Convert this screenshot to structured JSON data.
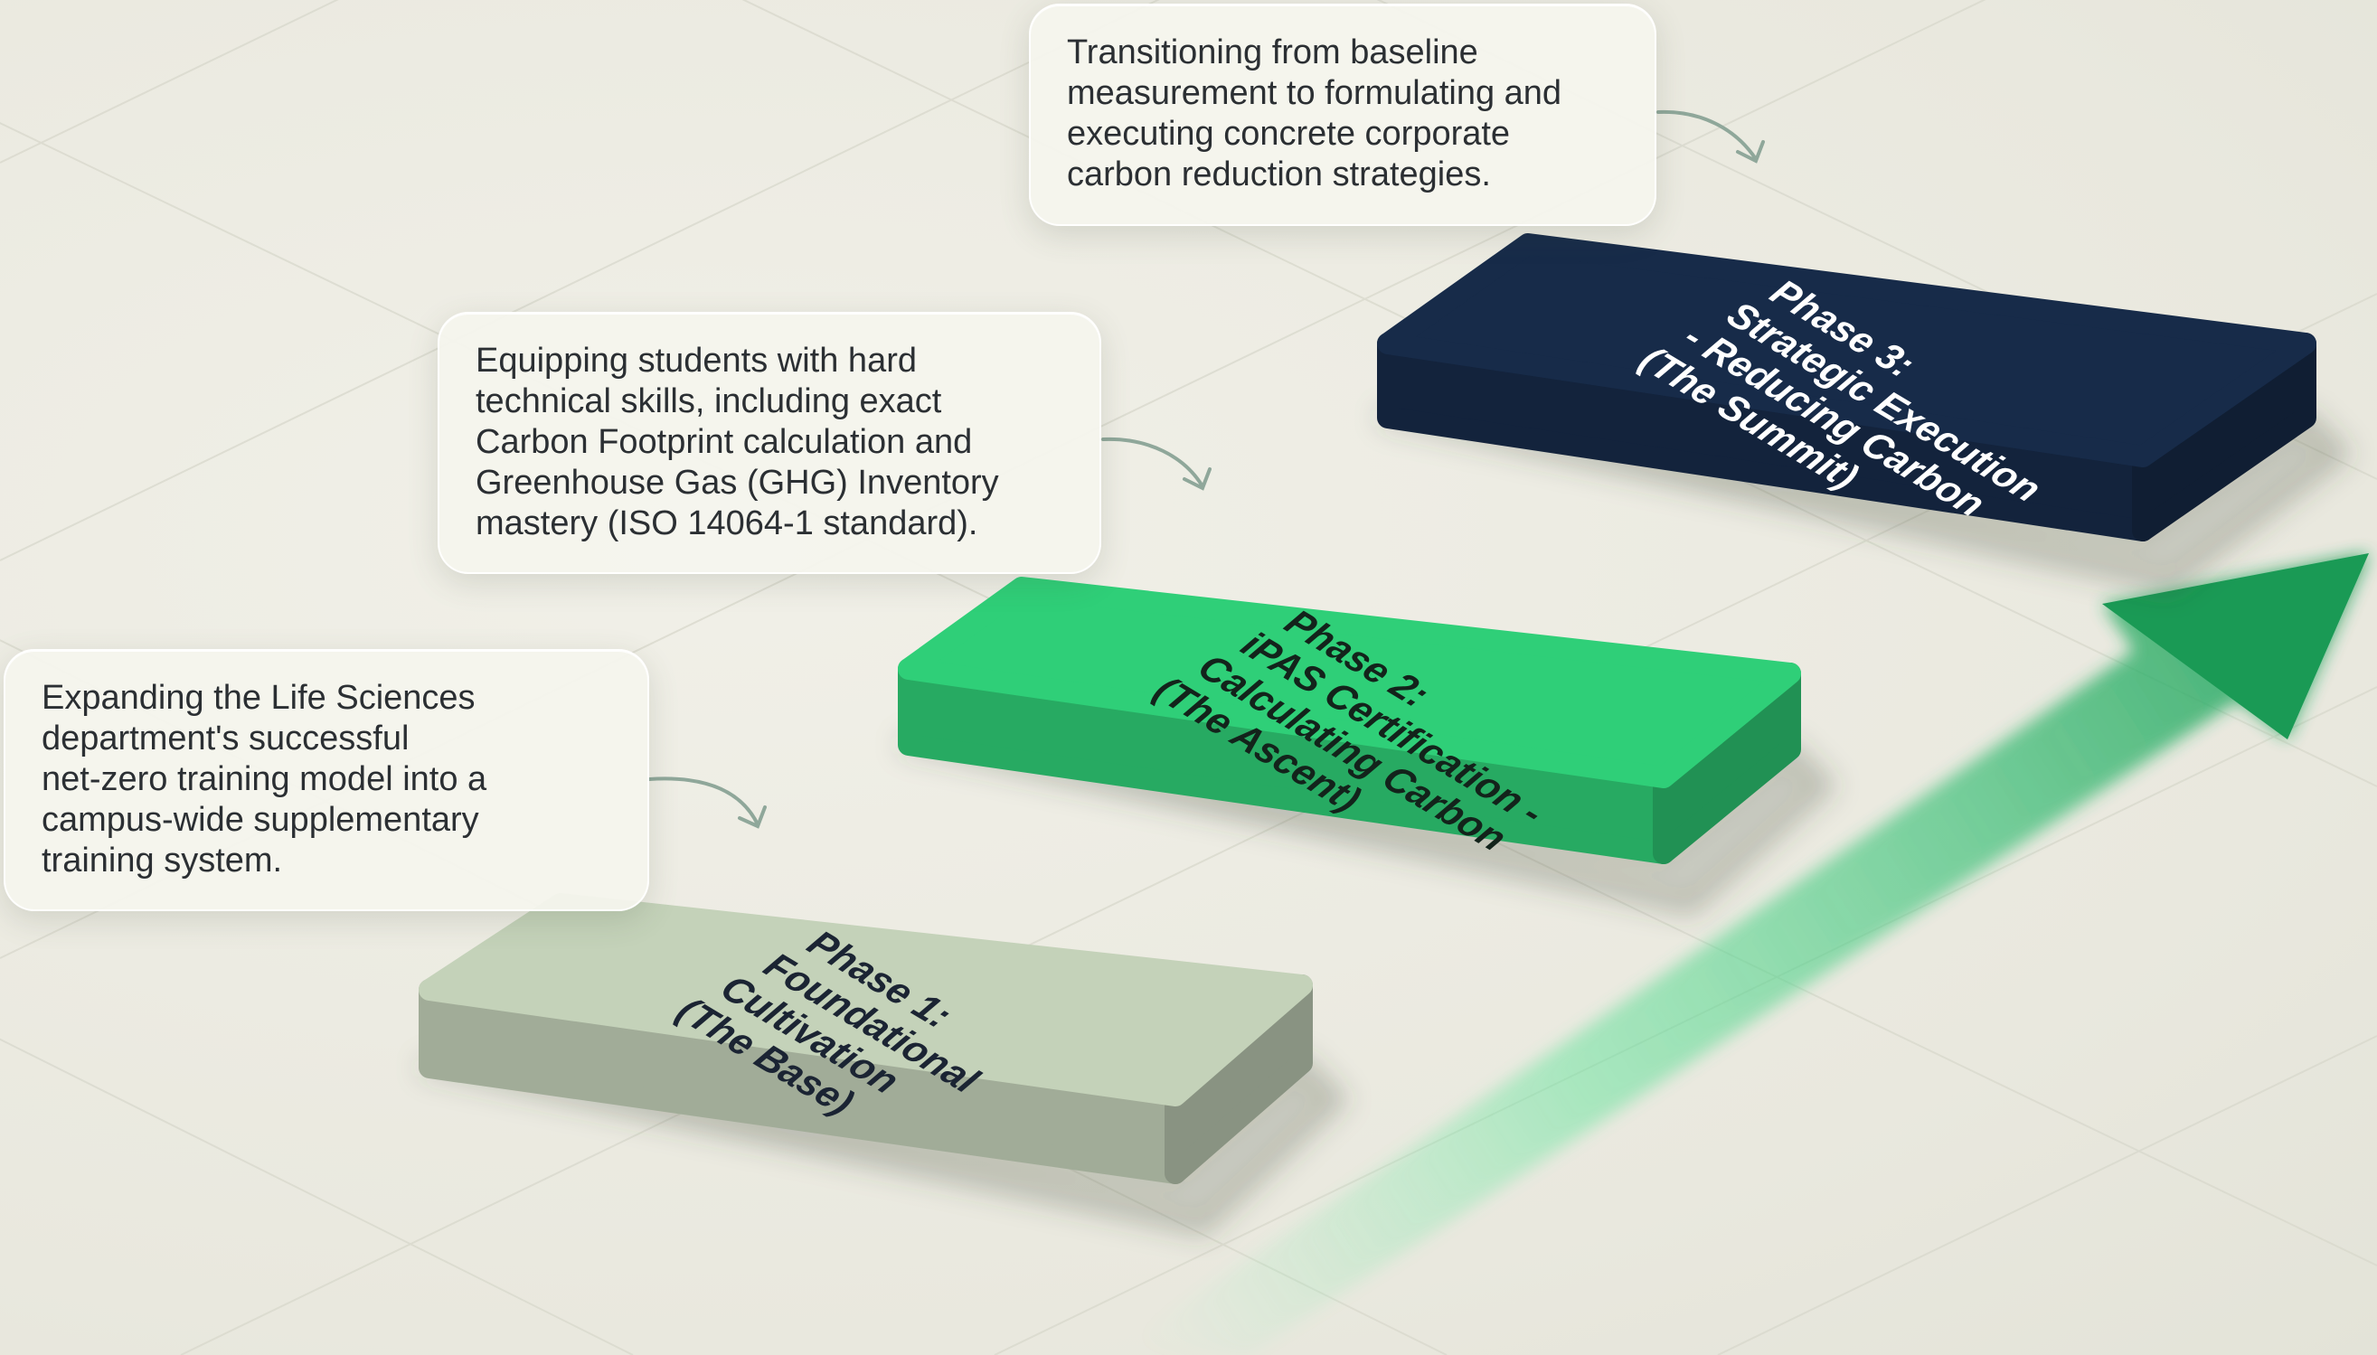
{
  "phases": [
    {
      "label_lines": [
        "Phase 1:",
        "Foundational",
        "Cultivation",
        "(The Base)"
      ],
      "color": "#c4d2b9",
      "text_color": "#1b2433"
    },
    {
      "label_lines": [
        "Phase 2:",
        "iPAS Certification -",
        "Calculating Carbon",
        "(The Ascent)"
      ],
      "color": "#2fcf78",
      "text_color": "#13231b"
    },
    {
      "label_lines": [
        "Phase 3:",
        "Strategic Execution",
        "- Reducing Carbon",
        "(The Summit)"
      ],
      "color": "#172b49",
      "text_color": "#ffffff"
    }
  ],
  "callouts": [
    {
      "text": "Expanding the Life Sciences\ndepartment's successful\nnet-zero training model into a\ncampus-wide supplementary\ntraining system."
    },
    {
      "text": "Equipping students with hard\ntechnical skills, including exact\nCarbon Footprint calculation and\nGreenhouse Gas (GHG) Inventory\nmastery (ISO 14064-1 standard)."
    },
    {
      "text": "Transitioning from baseline\nmeasurement to formulating and\nexecuting concrete corporate\ncarbon reduction strategies."
    }
  ],
  "colors": {
    "background": "#ecebe2",
    "arrow": "#1fae5f"
  }
}
